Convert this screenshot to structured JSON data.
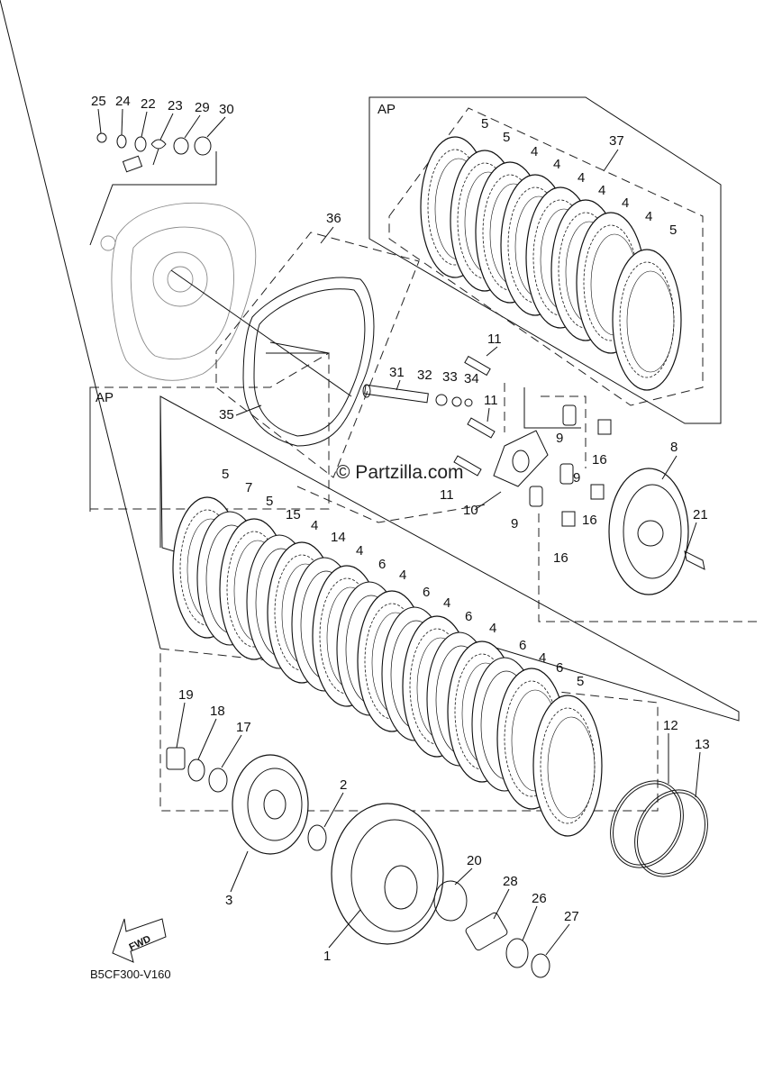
{
  "watermark": "© Partzilla.com",
  "diagram_code": "B5CF300-V160",
  "direction_arrow": "FWD",
  "group_labels": {
    "upper": "AP",
    "lower": "AP"
  },
  "callouts": [
    "25",
    "24",
    "22",
    "23",
    "29",
    "30",
    "36",
    "35",
    "31",
    "32",
    "33",
    "34",
    "11",
    "11",
    "11",
    "10",
    "9",
    "9",
    "9",
    "16",
    "16",
    "16",
    "8",
    "21",
    "37",
    "5",
    "5",
    "4",
    "4",
    "4",
    "4",
    "4",
    "4",
    "5",
    "5",
    "7",
    "5",
    "15",
    "4",
    "14",
    "4",
    "6",
    "4",
    "6",
    "4",
    "6",
    "4",
    "6",
    "4",
    "6",
    "5",
    "19",
    "18",
    "17",
    "12",
    "13",
    "2",
    "3",
    "1",
    "20",
    "28",
    "26",
    "27"
  ]
}
